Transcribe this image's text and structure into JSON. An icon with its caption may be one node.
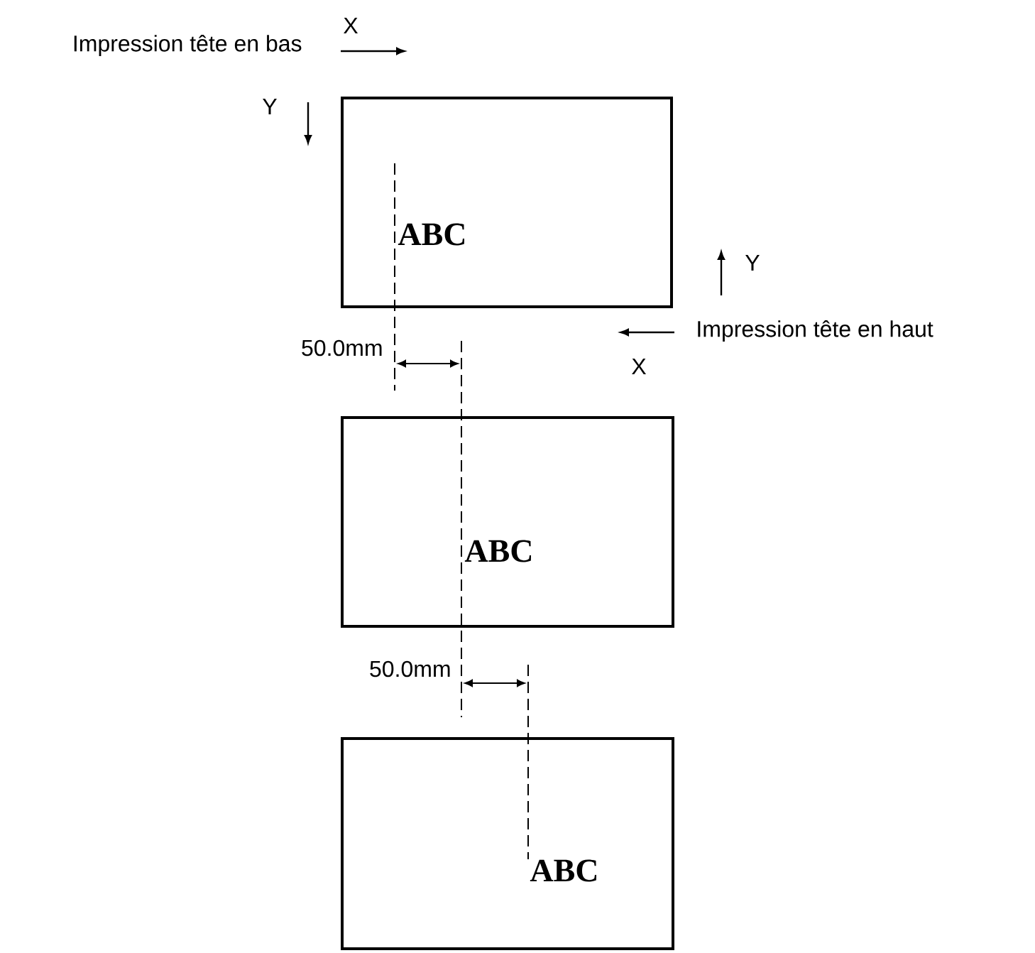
{
  "diagram": {
    "nodes": [
      {
        "text": [
          "ABC"
        ]
      },
      {
        "text": [
          "ABC"
        ]
      },
      {
        "text": [
          "ABC"
        ]
      }
    ],
    "labels": [
      "Impression tête en bas",
      "X",
      "Y",
      "Y",
      "Impression tête en haut",
      "X",
      "50.0mm",
      "50.0mm"
    ]
  }
}
